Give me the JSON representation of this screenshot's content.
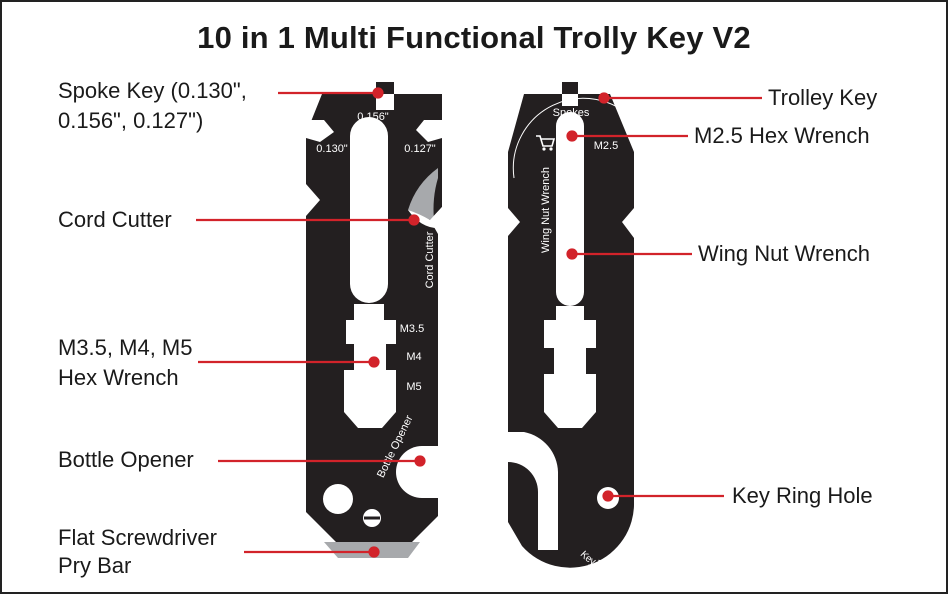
{
  "title": "10 in 1 Multi Functional Trolly Key V2",
  "colors": {
    "tool_body": "#231f20",
    "leader_line": "#d2232a",
    "blade_highlight": "#a7a9ac",
    "label_text": "#1a1a1a",
    "engraving": "#ffffff"
  },
  "left_tool": {
    "engravings": {
      "size_top": "0.156\"",
      "size_left": "0.130\"",
      "size_right": "0.127\"",
      "cord_cutter": "Cord Cutter",
      "hex_m35": "M3.5",
      "hex_m4": "M4",
      "hex_m5": "M5",
      "bottle_opener": "Bottle Opener"
    },
    "callouts": {
      "spoke_key_line1": "Spoke Key (0.130\",",
      "spoke_key_line2": "0.156\", 0.127\")",
      "cord_cutter": "Cord Cutter",
      "hex_line1": "M3.5, M4, M5",
      "hex_line2": "Hex Wrench",
      "bottle_opener": "Bottle Opener",
      "screwdriver_line1": "Flat Screwdriver",
      "screwdriver_line2": "Pry Bar"
    }
  },
  "right_tool": {
    "engravings": {
      "spokes": "Spokes",
      "m25": "M2.5",
      "wing_nut": "Wing Nut Wrench",
      "key_ring": "Key Ring Hole"
    },
    "icons": {
      "trolley": "shopping-cart-icon"
    },
    "callouts": {
      "trolley_key": "Trolley Key",
      "m25_hex": "M2.5 Hex Wrench",
      "wing_nut": "Wing Nut Wrench",
      "key_ring": "Key Ring Hole"
    }
  }
}
